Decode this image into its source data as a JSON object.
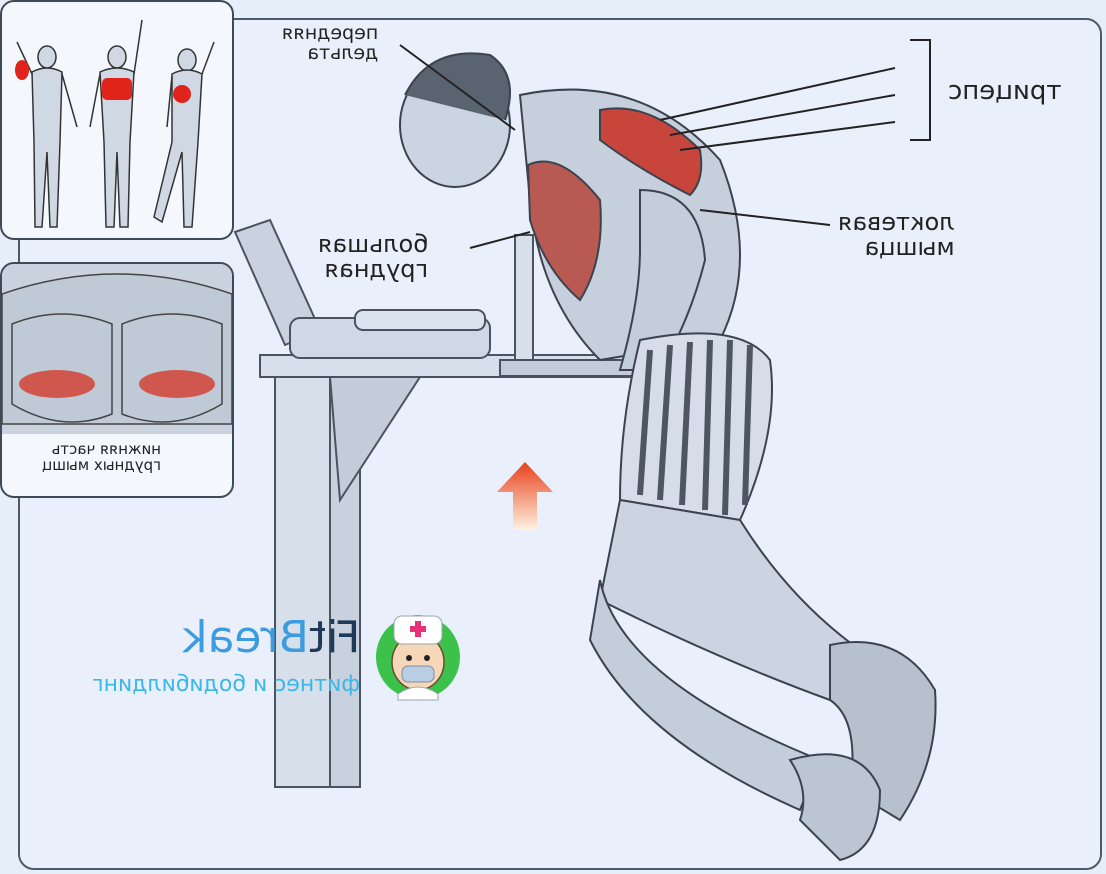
{
  "labels": {
    "front_delt": [
      "передняя",
      "дельта"
    ],
    "triceps": "трицепс",
    "pec_major": [
      "большая",
      "грудная"
    ],
    "elbow_muscle": [
      "локтевая",
      "мышца"
    ],
    "lower_chest": [
      "нижняя часть",
      "грудных мышц"
    ]
  },
  "logo": {
    "name_part1": "Fit",
    "name_part2": "Break",
    "tagline": "фитнес и бодибилдинг"
  },
  "colors": {
    "accent_red": "#e0241c",
    "logo_blue": "#3d9be0",
    "logo_green": "#3cc24a",
    "arrow": "#e8501e"
  },
  "icons": {
    "up_arrow": "up-arrow-icon",
    "doctor_avatar": "doctor-avatar-icon"
  }
}
